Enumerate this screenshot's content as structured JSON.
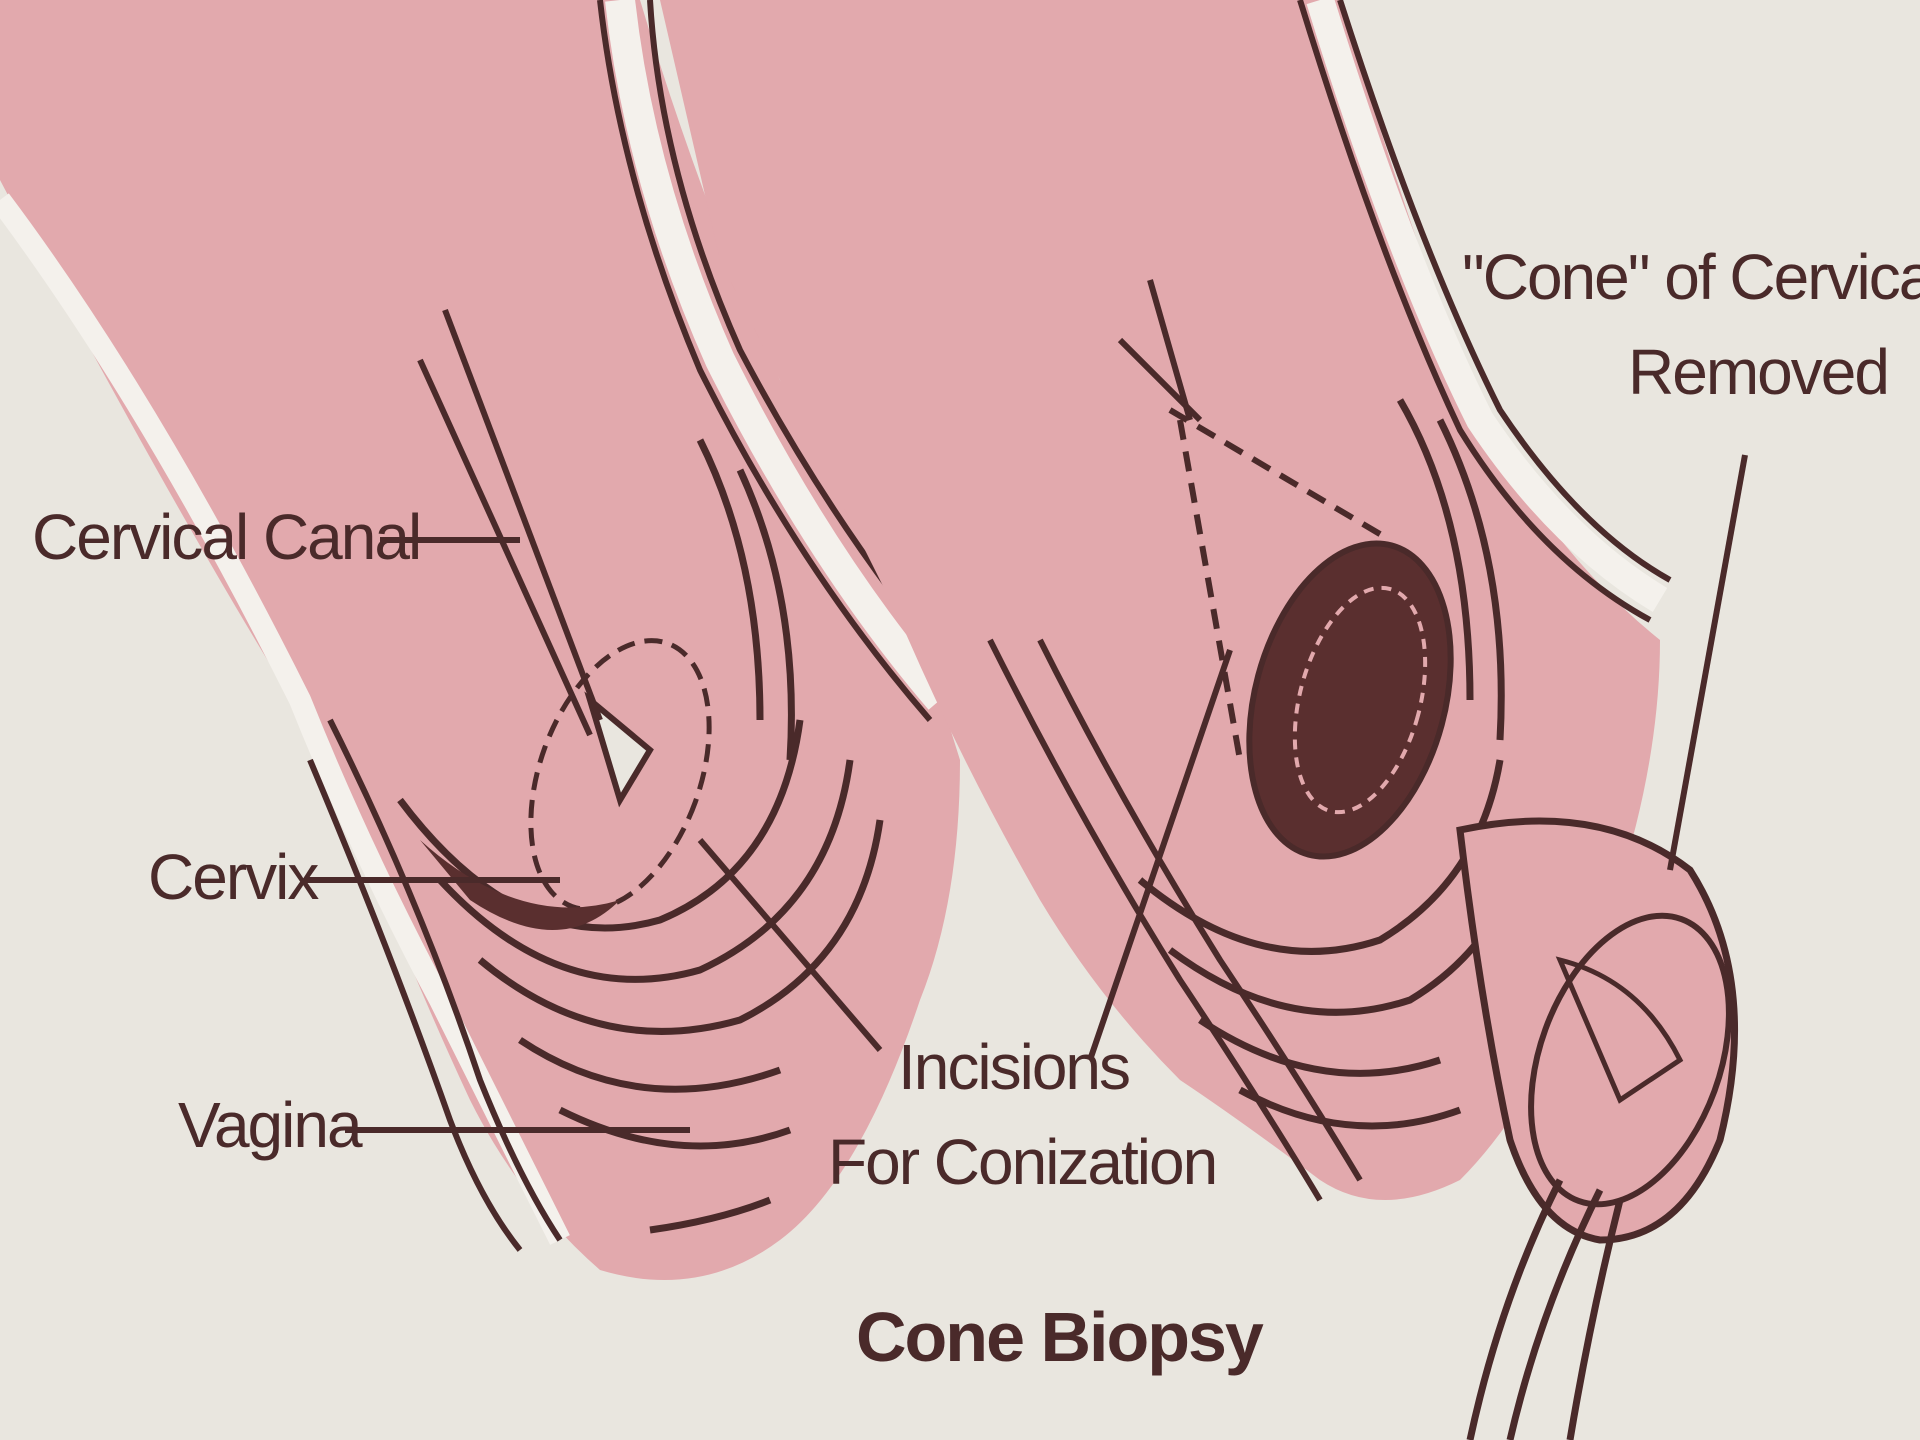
{
  "labels": {
    "cervical_canal": "Cervical Canal",
    "cervix": "Cervix",
    "vagina": "Vagina",
    "incisions_line1": "Incisions",
    "incisions_line2": "For Conization",
    "cone_line1": "\"Cone\" of Cervical Ti",
    "cone_line2": "Removed",
    "title": "Cone Biopsy"
  },
  "colors": {
    "background": "#e9e6df",
    "tissue_pink": "#e2a9ad",
    "ink": "#4a2a2a",
    "white_wall": "#f4f1ec"
  }
}
